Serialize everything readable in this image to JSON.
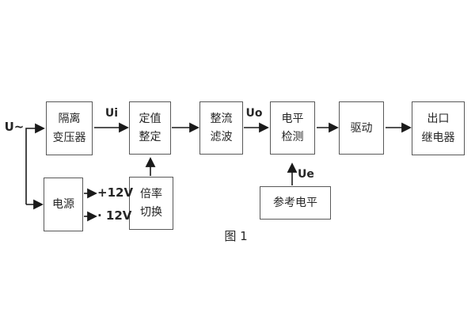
{
  "diagram": {
    "caption": "图 1",
    "colors": {
      "background": "#ffffff",
      "box_border": "#595959",
      "line": "#1a1a1a",
      "text": "#262626"
    },
    "signal_labels": {
      "input": "U~",
      "ui": "Ui",
      "uo": "Uo",
      "ue": "Ue",
      "plus12v": "+12V",
      "minus12v": "· 12V"
    },
    "blocks": {
      "isolation_transformer": {
        "line1": "隔离",
        "line2": "变压器"
      },
      "setpoint_adjust": {
        "line1": "定值",
        "line2": "整定"
      },
      "rectifier_filter": {
        "line1": "整流",
        "line2": "滤波"
      },
      "level_detector": {
        "line1": "电平",
        "line2": "检测"
      },
      "driver": {
        "label": "驱动"
      },
      "output_relay": {
        "line1": "出口",
        "line2": "继电器"
      },
      "power_supply": {
        "label": "电源"
      },
      "ratio_switch": {
        "line1": "倍率",
        "line2": "切换"
      },
      "reference_level": {
        "label": "参考电平"
      }
    }
  }
}
